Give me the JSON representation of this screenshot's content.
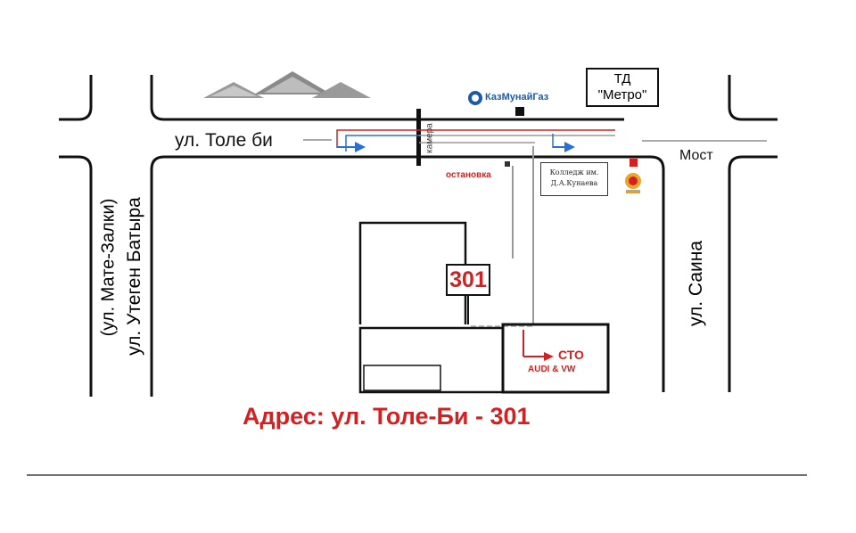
{
  "map": {
    "streets": {
      "tole_bi": "ул. Толе би",
      "utegen_line1": "ул. Утеген Батыра",
      "utegen_line2": "(ул. Мате-Залки)",
      "saina": "ул. Саина"
    },
    "landmarks": {
      "most": "Мост",
      "td_line1": "ТД",
      "td_line2": "\"Метро\"",
      "kazmunaigaz": "КазМунайГаз",
      "kamera": "камера",
      "ostanovka": "остановка",
      "college_line1": "Колледж им.",
      "college_line2": "Д.А.Кунаева"
    },
    "building_number": "301",
    "service": {
      "name": "СТО",
      "brands": "AUDI & VW"
    },
    "address": "Адрес: ул. Толе-Би - 301",
    "colors": {
      "road": "#111111",
      "accent_red": "#d42020",
      "route_blue": "#2a6fd6",
      "mountains": "#8a8a8a",
      "kmg_blue": "#1c5aa8"
    }
  }
}
